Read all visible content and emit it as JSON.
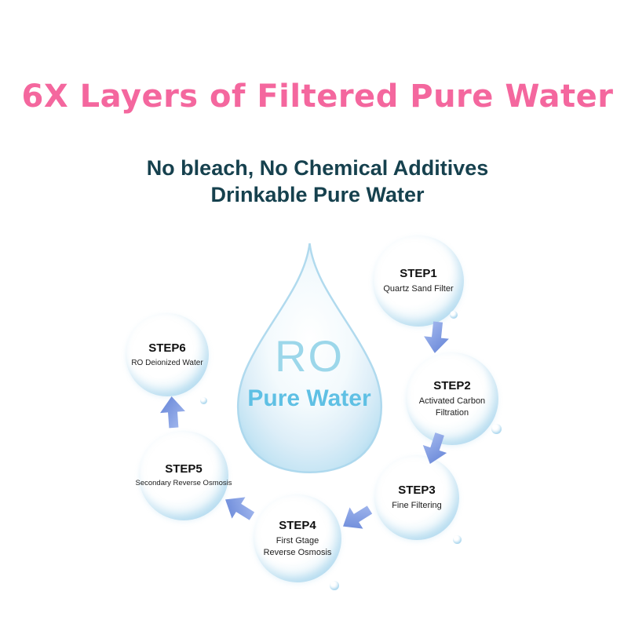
{
  "title": "6X Layers of Filtered Pure Water",
  "subtitle_line1": "No bleach, No Chemical Additives",
  "subtitle_line2": "Drinkable Pure Water",
  "drop": {
    "main_label": "RO",
    "sub_label": "Pure Water"
  },
  "steps": [
    {
      "name": "STEP1",
      "desc": "Quartz Sand Filter"
    },
    {
      "name": "STEP2",
      "desc": "Activated Carbon Filtration"
    },
    {
      "name": "STEP3",
      "desc": "Fine Filtering"
    },
    {
      "name": "STEP4",
      "desc": "First Gtage Reverse Osmosis"
    },
    {
      "name": "STEP5",
      "desc": "Secondary Reverse Osmosis"
    },
    {
      "name": "STEP6",
      "desc": "RO Deionized Water"
    }
  ],
  "colors": {
    "title_pink": "#f4679e",
    "subtitle_teal": "#16414e",
    "drop_label_blue": "#9cd7ea",
    "drop_sublabel_blue": "#5fc0e4",
    "arrow_blue": "#7492dc",
    "bubble_rim_blue": "#aedcf1"
  }
}
